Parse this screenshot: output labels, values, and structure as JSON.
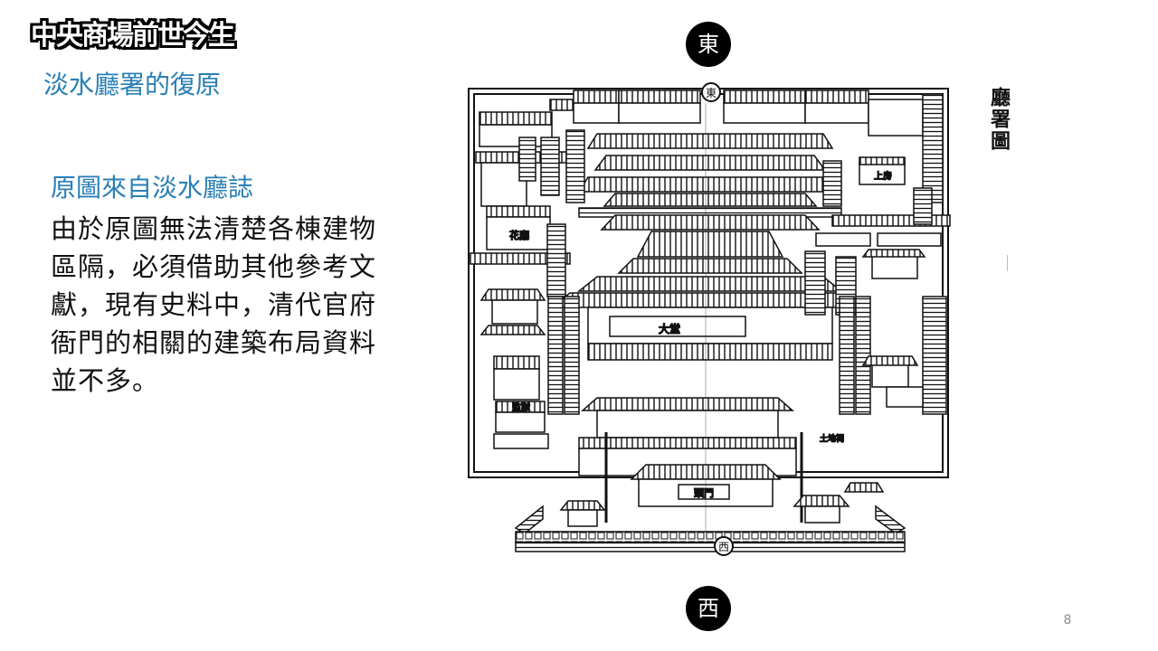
{
  "slide": {
    "badge_title": "中央商場前世今生",
    "subtitle": "淡水廳署的復原",
    "section_heading": "原圖來自淡水廳誌",
    "body_text": "由於原圖無法清楚各棟建物區隔，必須借助其他參考文獻，現有史料中，清代官府衙門的相關的建築布局資料並不多。",
    "page_number": "8"
  },
  "figure": {
    "compass_top": "東",
    "compass_bottom": "西",
    "caption": "廳署圖",
    "labels": {
      "top_mark": "東",
      "bottom_mark": "西",
      "hall": "大堂",
      "gate": "頭門",
      "flower_hall": "花廳",
      "prison": "監獄",
      "shrine": "土地祠",
      "room": "上房"
    }
  },
  "colors": {
    "accent": "#2a7fb5",
    "text": "#111111",
    "compass_bg": "#000000",
    "page_number": "#8c8c8c"
  }
}
